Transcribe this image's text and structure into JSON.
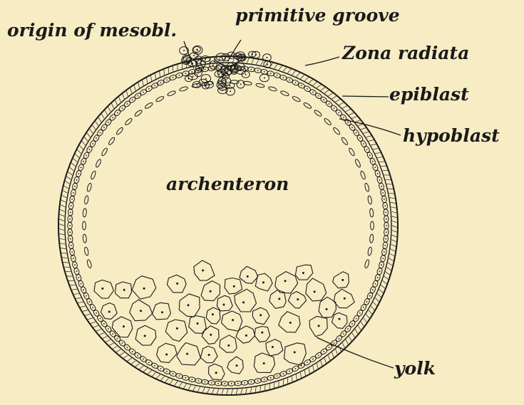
{
  "figure": {
    "labels": {
      "origin_of_mesoblast": "origin of mesobl.",
      "primitive_groove": "primitive groove",
      "zona_radiata": "Zona radiata",
      "epiblast": "epiblast",
      "hypoblast": "hypoblast",
      "archenteron": "archenteron",
      "yolk": "yolk"
    },
    "colors": {
      "paper": "#f7ecc4",
      "ink": "#1a1a1a"
    }
  }
}
